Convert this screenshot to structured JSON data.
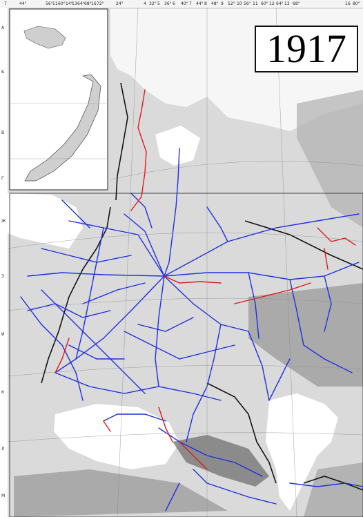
{
  "year": "1917",
  "top_scale_labels": [
    "7",
    "44°",
    "56°",
    "11",
    "60°",
    "14°",
    "13",
    "64°",
    "68°",
    "16",
    "72°",
    "24°",
    "4",
    "32°",
    "5",
    "36°",
    "6",
    "40°",
    "7",
    "44°",
    "8",
    "48°",
    "9",
    "52°",
    "10",
    "56°",
    "11",
    "60°",
    "12",
    "64°",
    "13",
    "68°",
    "16",
    "80°"
  ],
  "left_scale_labels": [
    "А",
    "Б",
    "В",
    "Г",
    "Ж",
    "З",
    "И",
    "К",
    "Л",
    "М"
  ],
  "colors": {
    "railway_blue": "#1c2fe0",
    "railway_red": "#e01818",
    "land": "#d8d8d8",
    "relief": "#8c8c8c",
    "sea": "#ffffff",
    "border": "#111111"
  }
}
